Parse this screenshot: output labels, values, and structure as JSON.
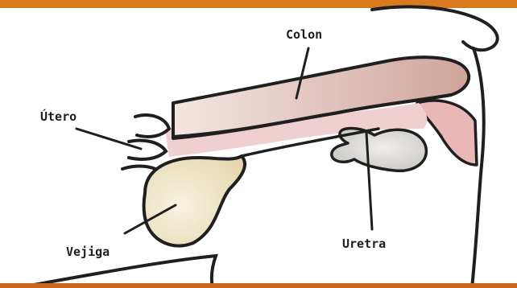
{
  "labels": {
    "colon": "Colon",
    "utero": "Útero",
    "vejiga": "Vejiga",
    "uretra": "Uretra"
  },
  "colors": {
    "top_bar": "#d97a1e",
    "outline": "#1f1f1f",
    "colon_fill": "#d9b3aa",
    "pink_tissue": "#f0cfd0",
    "bladder_fill": "#ece3c4",
    "gray_organ": "#dcdad7",
    "bottom_band": "#c8651a"
  }
}
